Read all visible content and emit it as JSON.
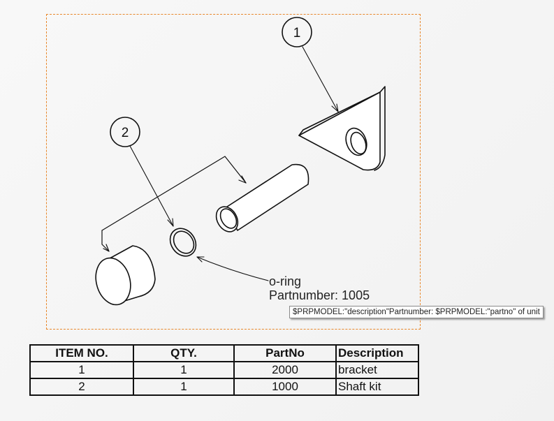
{
  "balloons": [
    {
      "number": "1"
    },
    {
      "number": "2"
    }
  ],
  "note": {
    "line1": "o-ring",
    "line2": "Partnumber: 1005"
  },
  "tooltip": {
    "text": "$PRPMODEL:\"description\"Partnumber: $PRPMODEL:\"partno\" of unit"
  },
  "bom": {
    "headers": [
      "ITEM NO.",
      "QTY.",
      "PartNo",
      "Description"
    ],
    "rows": [
      [
        "1",
        "1",
        "2000",
        "bracket"
      ],
      [
        "2",
        "1",
        "1000",
        "Shaft kit"
      ]
    ]
  },
  "colors": {
    "view_border": "#e8872a",
    "line": "#111111",
    "background": "#f6f6f6"
  }
}
